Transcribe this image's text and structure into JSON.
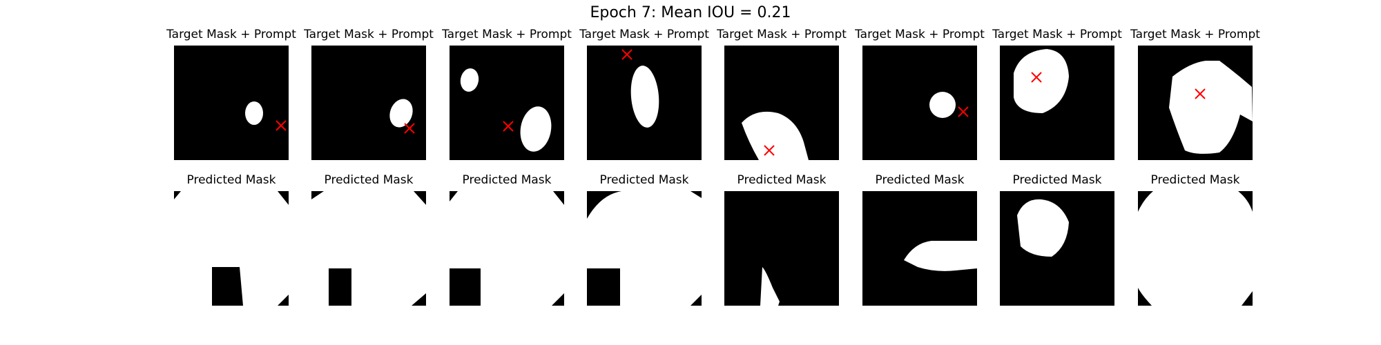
{
  "figure": {
    "title": "Epoch 7: Mean IOU = 0.21"
  },
  "colors": {
    "background": "#000000",
    "mask": "#ffffff",
    "prompt_marker": "#ff0000"
  },
  "chart_data": {
    "type": "image-grid",
    "title": "Epoch 7: Mean IOU = 0.21",
    "epoch": 7,
    "mean_iou": 0.21,
    "rows": [
      {
        "row_label": "target",
        "panel_title": "Target Mask + Prompt",
        "count": 8,
        "shows_prompt_marker": true,
        "marker": "x"
      },
      {
        "row_label": "predicted",
        "panel_title": "Predicted Mask",
        "count": 8,
        "shows_prompt_marker": false
      }
    ]
  }
}
